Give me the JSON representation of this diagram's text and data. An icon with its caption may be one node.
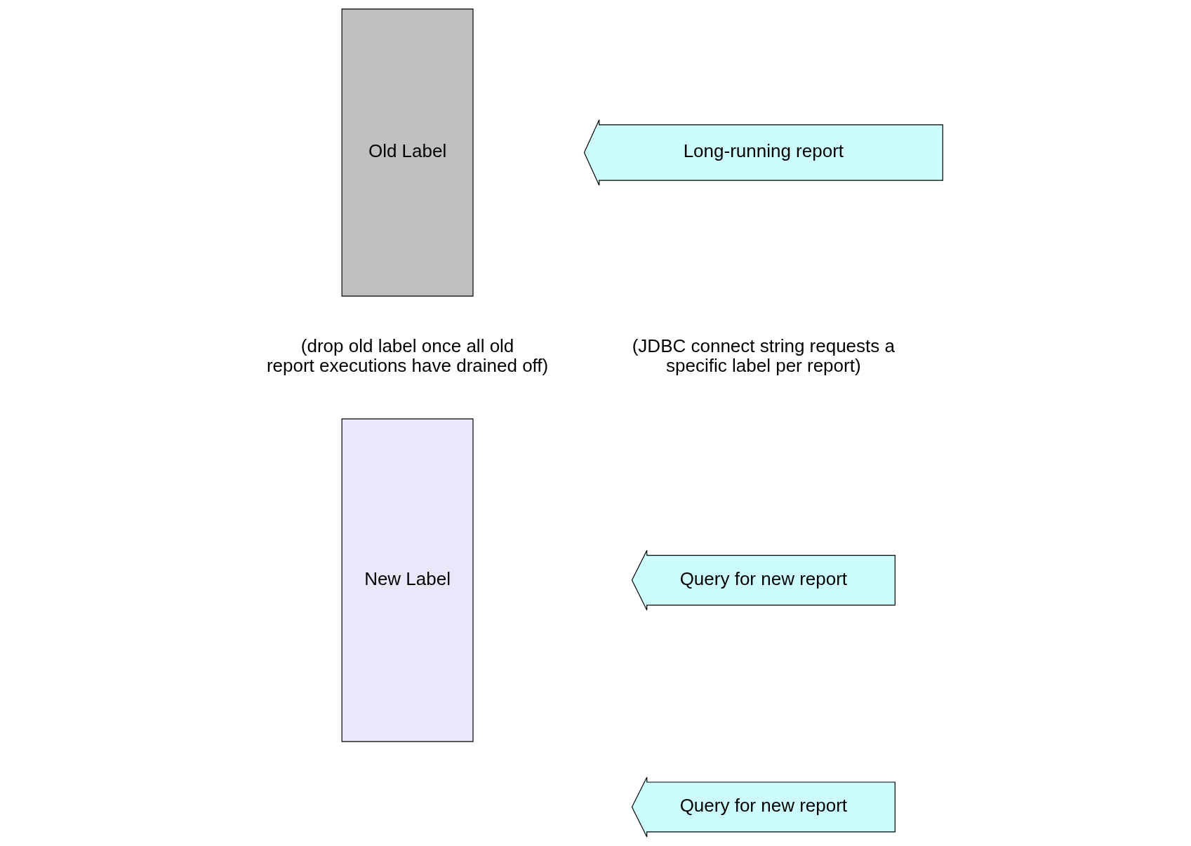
{
  "diagram": {
    "nodes": [
      {
        "text": [
          "Old Label"
        ]
      },
      {
        "text": [
          "Long-running report"
        ]
      },
      {
        "text": [
          "New Label"
        ]
      },
      {
        "text": [
          "Query for new report"
        ]
      },
      {
        "text": [
          "Query for new report"
        ]
      }
    ],
    "labels": [
      "(JDBC connect string requests a specific label per report)",
      "(drop old label once all old report executions have drained off)"
    ]
  }
}
